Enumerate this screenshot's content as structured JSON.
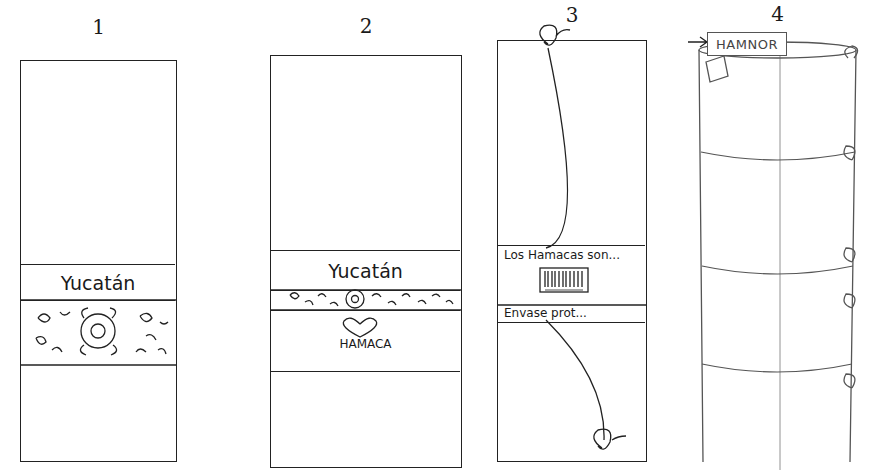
{
  "diagram": {
    "nodes": [
      {
        "text": [
          "1"
        ]
      },
      {
        "text": [
          "Yucatán"
        ],
        "in": 0
      },
      {
        "text": [
          "2"
        ]
      },
      {
        "text": [
          "Yucatán"
        ],
        "in": 2
      },
      {
        "text": [
          "HAMACA"
        ],
        "in": 2
      },
      {
        "text": [
          "3"
        ]
      },
      {
        "text": [
          "Los Hamacas son...",
          "Envase prot..."
        ],
        "in": 5
      },
      {
        "text": [
          "4"
        ]
      },
      {
        "text": [
          "HAMNOR"
        ],
        "in": 7
      }
    ]
  }
}
